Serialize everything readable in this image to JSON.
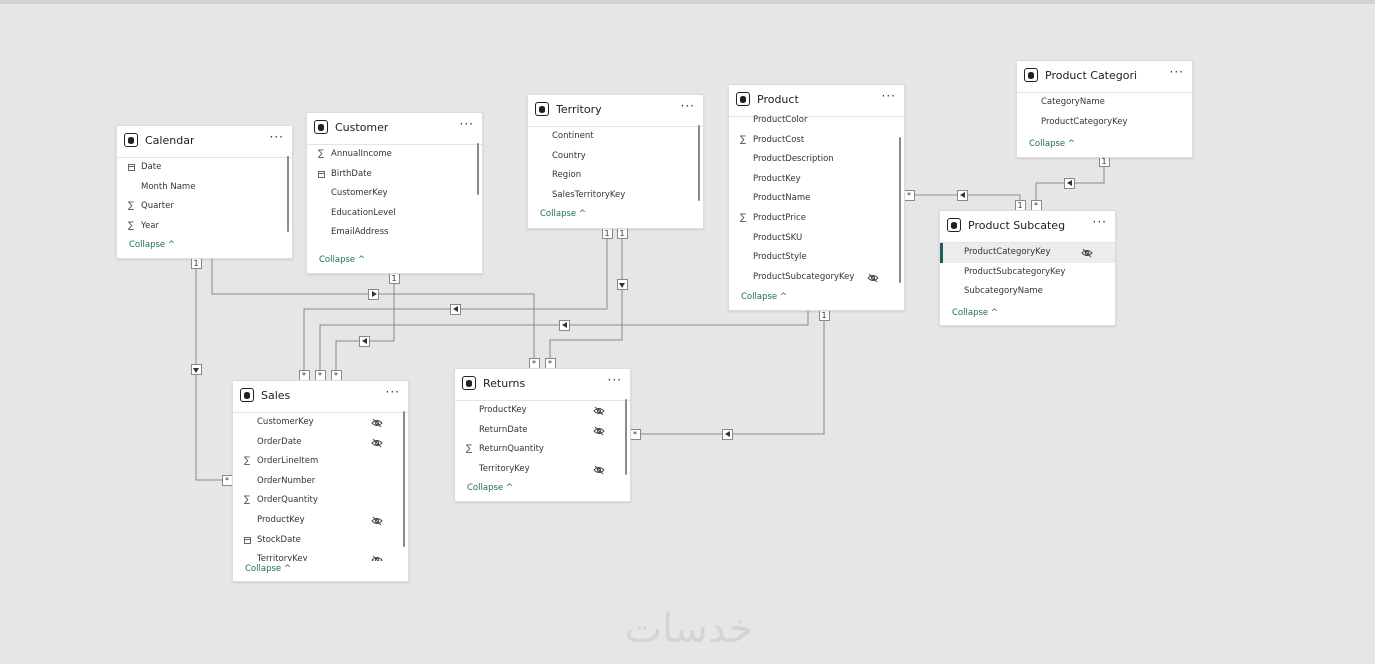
{
  "tables": {
    "calendar": {
      "title": "Calendar",
      "fields": [
        {
          "label": "Date",
          "icon": "calendar-icon"
        },
        {
          "label": "Month Name",
          "icon": ""
        },
        {
          "label": "Quarter",
          "icon": "sigma-icon"
        },
        {
          "label": "Year",
          "icon": "sigma-icon"
        }
      ],
      "collapse": "Collapse ^"
    },
    "customer": {
      "title": "Customer",
      "fields": [
        {
          "label": "AnnualIncome",
          "icon": "sigma-icon"
        },
        {
          "label": "BirthDate",
          "icon": "calendar-icon"
        },
        {
          "label": "CustomerKey",
          "icon": ""
        },
        {
          "label": "EducationLevel",
          "icon": ""
        },
        {
          "label": "EmailAddress",
          "icon": ""
        }
      ],
      "collapse": "Collapse ^"
    },
    "territory": {
      "title": "Territory",
      "fields": [
        {
          "label": "Continent",
          "icon": ""
        },
        {
          "label": "Country",
          "icon": ""
        },
        {
          "label": "Region",
          "icon": ""
        },
        {
          "label": "SalesTerritoryKey",
          "icon": ""
        }
      ],
      "collapse": "Collapse ^"
    },
    "product": {
      "title": "Product",
      "fields": [
        {
          "label": "ProductColor",
          "icon": ""
        },
        {
          "label": "ProductCost",
          "icon": "sigma-icon"
        },
        {
          "label": "ProductDescription",
          "icon": ""
        },
        {
          "label": "ProductKey",
          "icon": ""
        },
        {
          "label": "ProductName",
          "icon": ""
        },
        {
          "label": "ProductPrice",
          "icon": "sigma-icon"
        },
        {
          "label": "ProductSKU",
          "icon": ""
        },
        {
          "label": "ProductStyle",
          "icon": ""
        },
        {
          "label": "ProductSubcategoryKey",
          "icon": "",
          "hidden": true
        }
      ],
      "collapse": "Collapse ^"
    },
    "product_category": {
      "title": "Product Categori",
      "fields": [
        {
          "label": "CategoryName",
          "icon": ""
        },
        {
          "label": "ProductCategoryKey",
          "icon": ""
        }
      ],
      "collapse": "Collapse ^"
    },
    "product_subcategory": {
      "title": "Product Subcateg",
      "fields": [
        {
          "label": "ProductCategoryKey",
          "icon": "",
          "hidden": true,
          "selected": true
        },
        {
          "label": "ProductSubcategoryKey",
          "icon": ""
        },
        {
          "label": "SubcategoryName",
          "icon": ""
        }
      ],
      "collapse": "Collapse ^"
    },
    "sales": {
      "title": "Sales",
      "fields": [
        {
          "label": "CustomerKey",
          "icon": "",
          "hidden": true
        },
        {
          "label": "OrderDate",
          "icon": "",
          "hidden": true
        },
        {
          "label": "OrderLineItem",
          "icon": "sigma-icon"
        },
        {
          "label": "OrderNumber",
          "icon": ""
        },
        {
          "label": "OrderQuantity",
          "icon": "sigma-icon"
        },
        {
          "label": "ProductKey",
          "icon": "",
          "hidden": true
        },
        {
          "label": "StockDate",
          "icon": "calendar-icon"
        },
        {
          "label": "TerritoryKey",
          "icon": "",
          "hidden": true
        }
      ],
      "collapse": "Collapse ^"
    },
    "returns": {
      "title": "Returns",
      "fields": [
        {
          "label": "ProductKey",
          "icon": "",
          "hidden": true
        },
        {
          "label": "ReturnDate",
          "icon": "",
          "hidden": true
        },
        {
          "label": "ReturnQuantity",
          "icon": "sigma-icon"
        },
        {
          "label": "TerritoryKey",
          "icon": "",
          "hidden": true
        }
      ],
      "collapse": "Collapse ^"
    }
  },
  "more_label": "···",
  "cardinality": {
    "one": "1",
    "many": "*"
  },
  "colors": {
    "line": "#7a7a7a",
    "accent": "#1f6b62",
    "canvas": "#e6e6e6"
  },
  "watermark": "خدسات"
}
